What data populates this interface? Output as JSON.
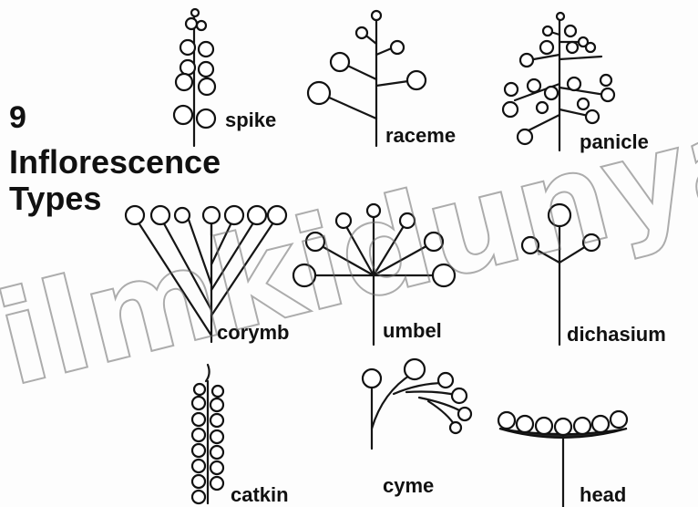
{
  "title": {
    "number": "9",
    "line1": "Inflorescence",
    "line2": "Types"
  },
  "watermark": "ilmkidunya",
  "types": [
    {
      "key": "spike",
      "label": "spike",
      "icon": "spike-inflorescence-icon"
    },
    {
      "key": "raceme",
      "label": "raceme",
      "icon": "raceme-inflorescence-icon"
    },
    {
      "key": "panicle",
      "label": "panicle",
      "icon": "panicle-inflorescence-icon"
    },
    {
      "key": "corymb",
      "label": "corymb",
      "icon": "corymb-inflorescence-icon"
    },
    {
      "key": "umbel",
      "label": "umbel",
      "icon": "umbel-inflorescence-icon"
    },
    {
      "key": "dichasium",
      "label": "dichasium",
      "icon": "dichasium-inflorescence-icon"
    },
    {
      "key": "catkin",
      "label": "catkin",
      "icon": "catkin-inflorescence-icon"
    },
    {
      "key": "cyme",
      "label": "cyme",
      "icon": "cyme-inflorescence-icon"
    },
    {
      "key": "head",
      "label": "head",
      "icon": "head-inflorescence-icon"
    }
  ]
}
